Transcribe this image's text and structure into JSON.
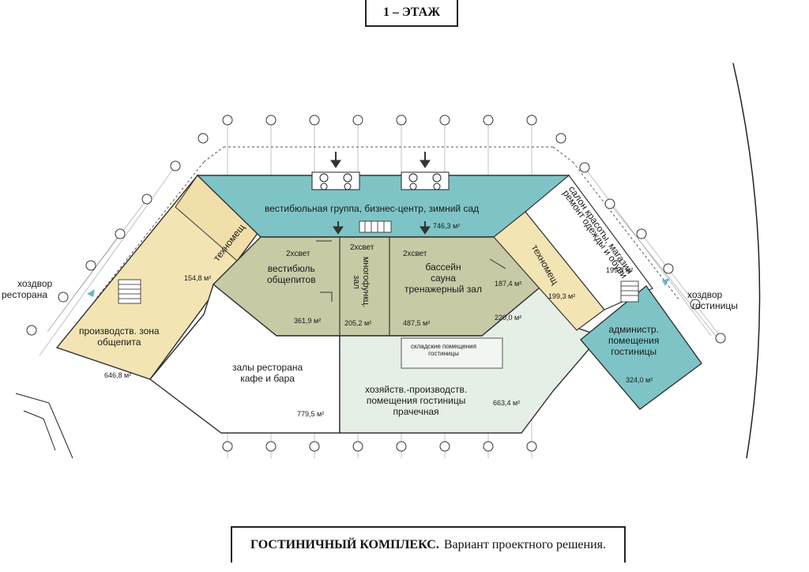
{
  "floor_title": "1 – ЭТАЖ",
  "caption": {
    "bold": "ГОСТИНИЧНЫЙ КОМПЛЕКС.",
    "normal": "Вариант проектного решения."
  },
  "rooms": {
    "vestibule_group": {
      "name": "вестибюльная группа, бизнес-центр, зимний сад",
      "area": "746,3 м²"
    },
    "tech_left": {
      "name": "техномещ",
      "area": "154,8 м²"
    },
    "production_zone": {
      "name_line1": "производств. зона",
      "name_line2": "общепита",
      "area": "646,8 м²"
    },
    "vestibule_catering": {
      "light": "2хсвет",
      "name_line1": "вестибюль",
      "name_line2": "общепитов",
      "area": "361,9 м²"
    },
    "multifunction_hall": {
      "light": "2хсвет",
      "name_line1": "многофункц.",
      "name_line2": "зал",
      "area": "205,2 м²"
    },
    "pool": {
      "light": "2хсвет",
      "name_line1": "бассейн",
      "name_line2": "сауна",
      "name_line3": "тренажерный зал",
      "area": "487,5 м²"
    },
    "pool_aux_area": "187,4 м²",
    "tech_right": {
      "name": "техномещ",
      "area": "199,3 м²"
    },
    "beauty_salon": {
      "name_line1": "салон красоты, магазин",
      "name_line2": "ремонт одежды и обуви",
      "area": "199,3 м²"
    },
    "hotel_storage": {
      "name_line1": "складские помещения",
      "name_line2": "гостиницы"
    },
    "mid_area": "220,0 м²",
    "restaurant_halls": {
      "name_line1": "залы ресторана",
      "name_line2": "кафе и бара",
      "area": "779,5 м²"
    },
    "household": {
      "name_line1": "хозяйств.-производств.",
      "name_line2": "помещения гостиницы",
      "name_line3": "прачечная",
      "area": "663,4 м²"
    },
    "admin": {
      "name_line1": "администр.",
      "name_line2": "помещения",
      "name_line3": "гостиницы",
      "area": "324,0 м²"
    }
  },
  "driveways": {
    "left": {
      "line1": "хоздвор",
      "line2": "ресторана"
    },
    "right": {
      "line1": "хоздвор",
      "line2": "гостиницы"
    }
  },
  "colors": {
    "teal": "#7ec4c6",
    "sand": "#f3e4b3",
    "olive": "#c8caa6",
    "pale_green": "#e6efe6",
    "line": "#333333"
  }
}
